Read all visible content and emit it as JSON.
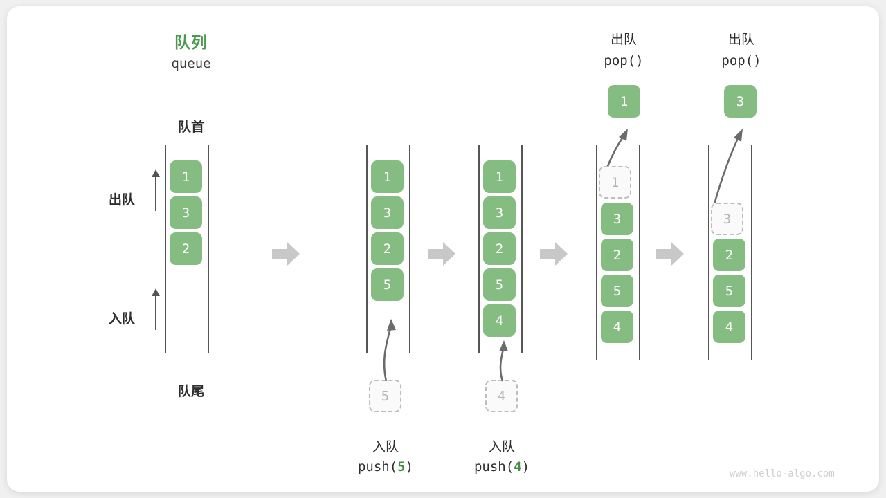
{
  "diagram": {
    "title_cn": "队列",
    "title_en": "queue",
    "front_label": "队首",
    "rear_label": "队尾",
    "dequeue_label": "出队",
    "enqueue_label": "入队",
    "watermark": "www.hello-algo.com",
    "accent_color": "#4a9a4e",
    "node_color": "#85bc81",
    "ghost_color": "#b4b4b4",
    "rail_color": "#565656",
    "step_arrow_color": "#c8c8c8"
  },
  "steps": [
    {
      "id": "initial",
      "op_cn": "",
      "op_code": "",
      "op_arg": "",
      "nodes": [
        "1",
        "3",
        "2"
      ],
      "ghost_index": -1,
      "incoming_value": "",
      "popped_value": ""
    },
    {
      "id": "push-5",
      "op_cn": "入队",
      "op_code_prefix": "push(",
      "op_arg": "5",
      "op_code_suffix": ")",
      "nodes": [
        "1",
        "3",
        "2",
        "5"
      ],
      "ghost_index": -1,
      "incoming_value": "5",
      "popped_value": ""
    },
    {
      "id": "push-4",
      "op_cn": "入队",
      "op_code_prefix": "push(",
      "op_arg": "4",
      "op_code_suffix": ")",
      "nodes": [
        "1",
        "3",
        "2",
        "5",
        "4"
      ],
      "ghost_index": -1,
      "incoming_value": "4",
      "popped_value": ""
    },
    {
      "id": "pop-1",
      "op_cn": "出队",
      "op_code_prefix": "pop(",
      "op_arg": "",
      "op_code_suffix": ")",
      "nodes": [
        "1",
        "3",
        "2",
        "5",
        "4"
      ],
      "ghost_index": 0,
      "incoming_value": "",
      "popped_value": "1"
    },
    {
      "id": "pop-3",
      "op_cn": "出队",
      "op_code_prefix": "pop(",
      "op_arg": "",
      "op_code_suffix": ")",
      "nodes": [
        "3",
        "2",
        "5",
        "4"
      ],
      "ghost_index": 0,
      "incoming_value": "",
      "popped_value": "3"
    }
  ],
  "col1": {
    "n0": "1",
    "n1": "3",
    "n2": "2"
  },
  "col2": {
    "n0": "1",
    "n1": "3",
    "n2": "2",
    "n3": "5",
    "incoming": "5",
    "op_cn": "入队",
    "code_a": "push(",
    "code_arg": "5",
    "code_b": ")"
  },
  "col3": {
    "n0": "1",
    "n1": "3",
    "n2": "2",
    "n3": "5",
    "n4": "4",
    "incoming": "4",
    "op_cn": "入队",
    "code_a": "push(",
    "code_arg": "4",
    "code_b": ")"
  },
  "col4": {
    "g0": "1",
    "n1": "3",
    "n2": "2",
    "n3": "5",
    "n4": "4",
    "popped": "1",
    "op_cn": "出队",
    "code": "pop()"
  },
  "col5": {
    "g1": "3",
    "n2": "2",
    "n3": "5",
    "n4": "4",
    "popped": "3",
    "op_cn": "出队",
    "code": "pop()"
  }
}
